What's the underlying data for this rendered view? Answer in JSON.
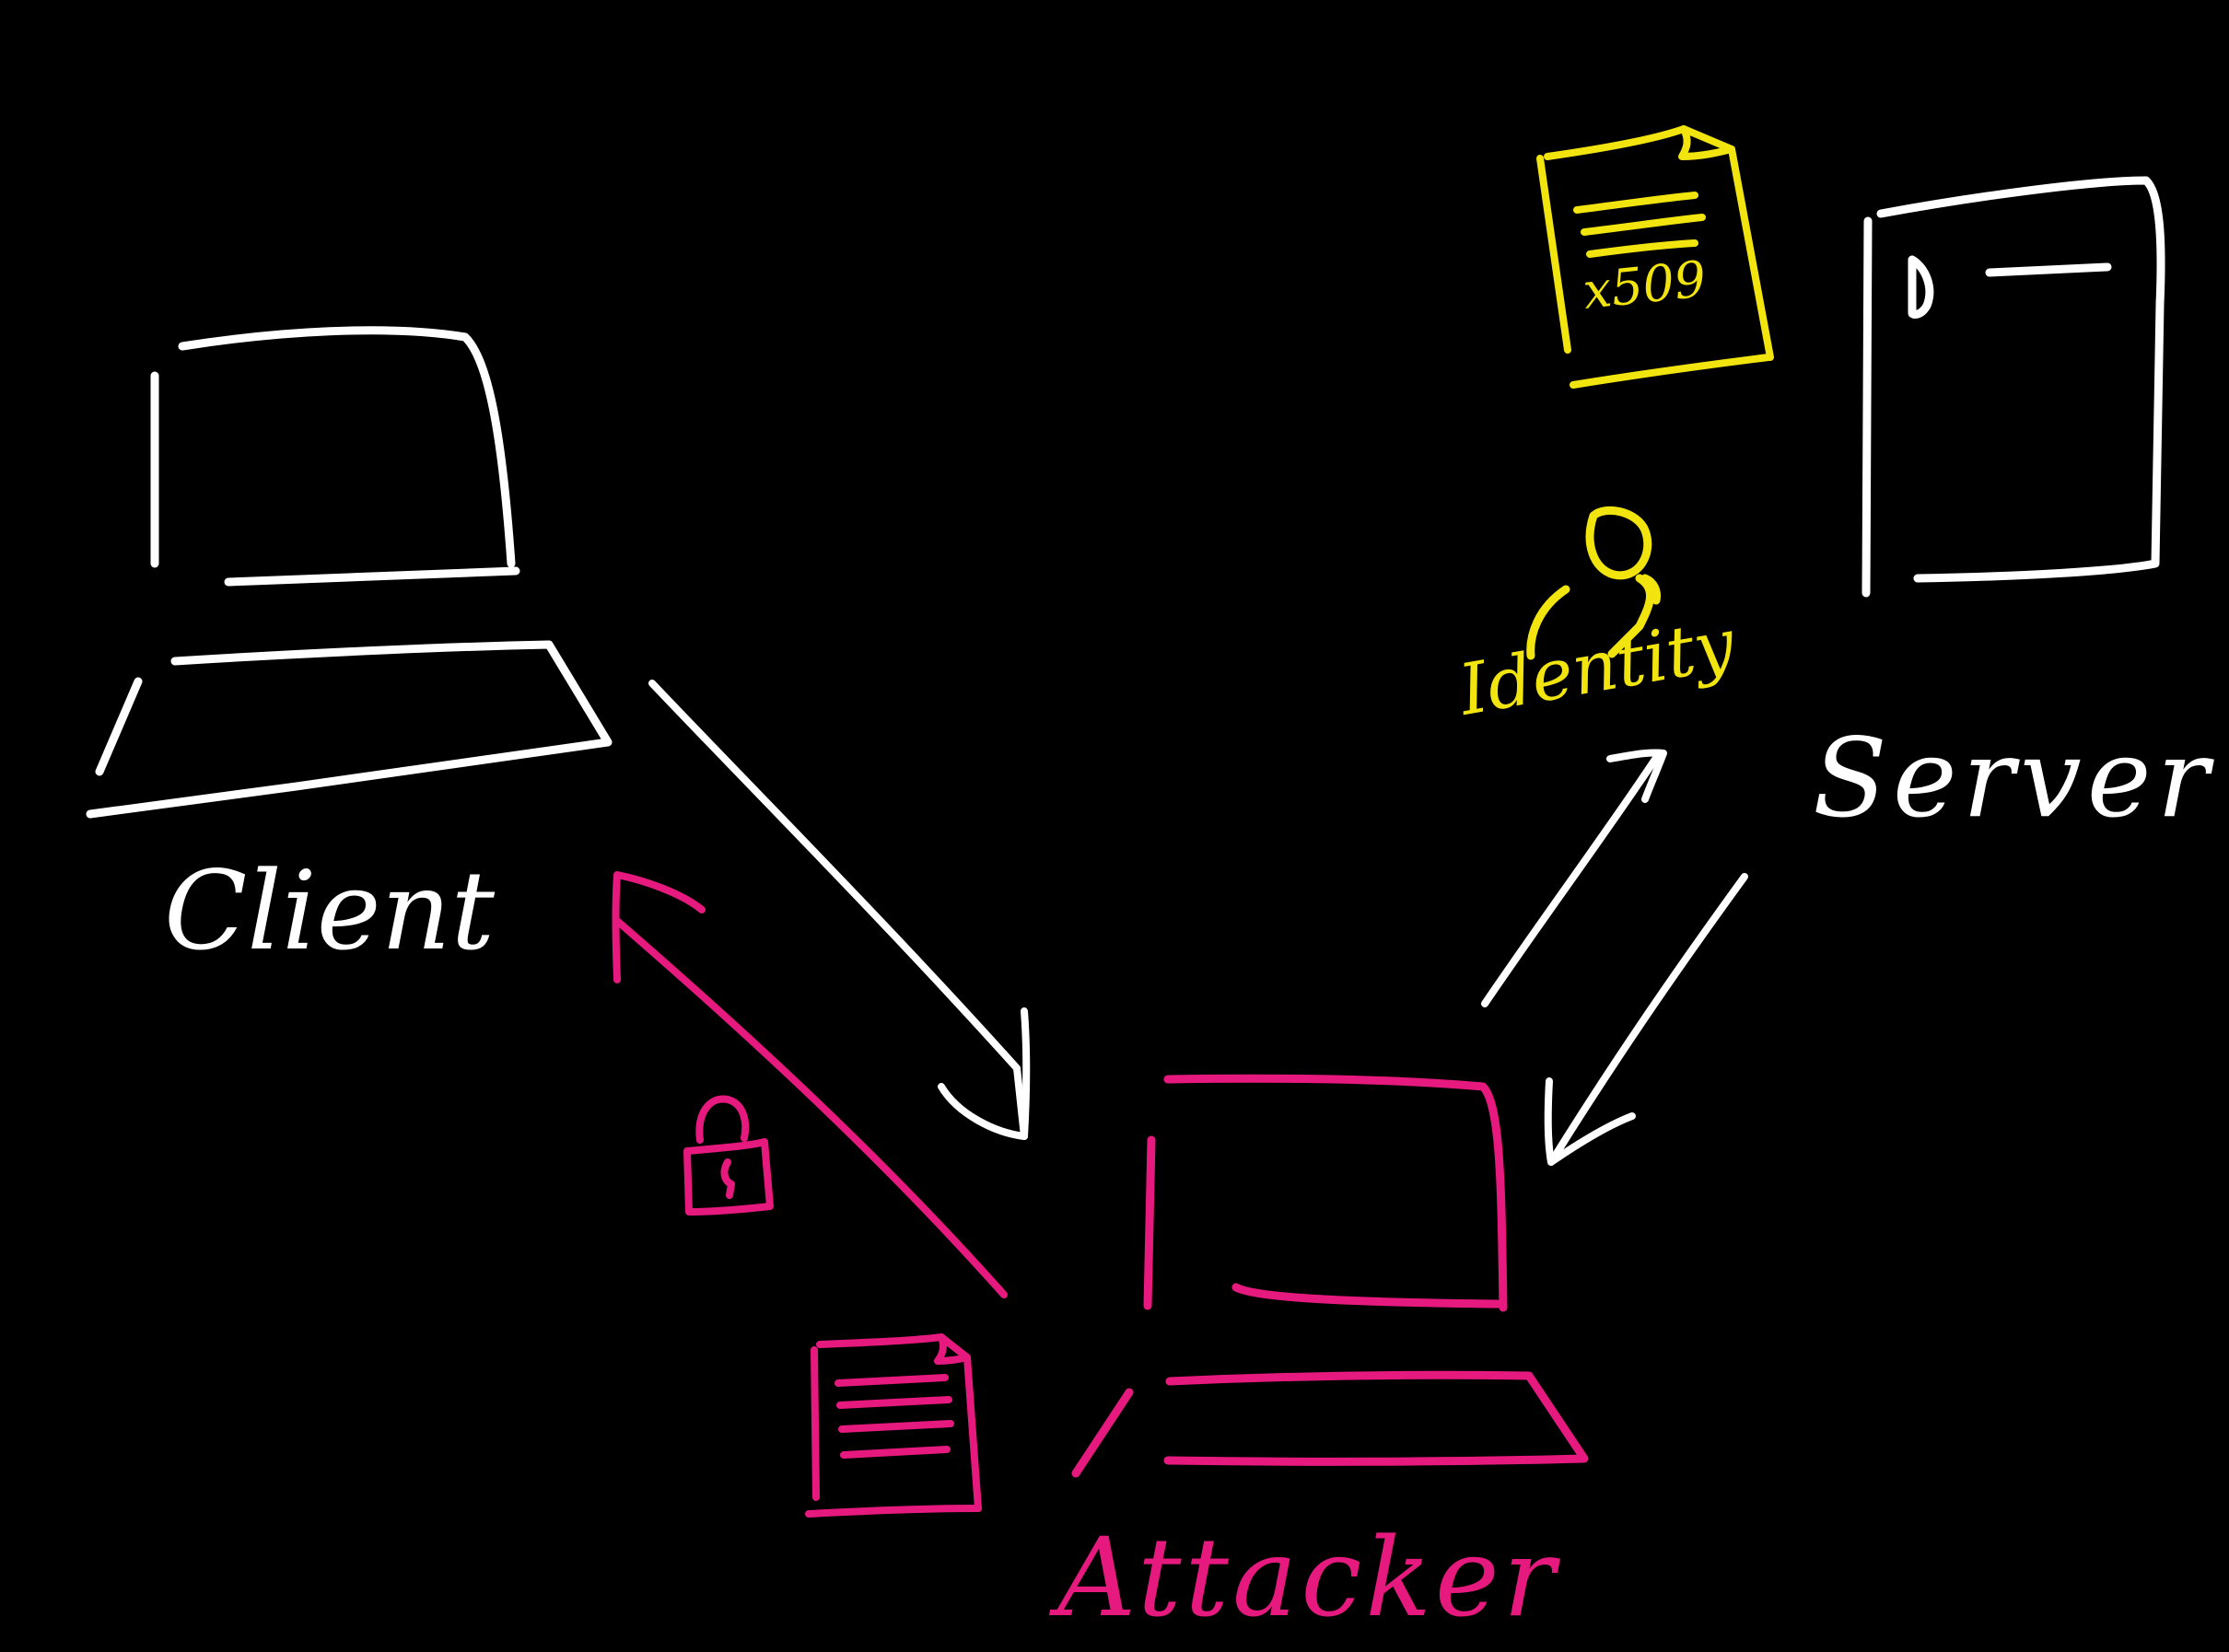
{
  "diagram": {
    "nodes": {
      "client": {
        "label": "Client"
      },
      "server": {
        "label": "Server"
      },
      "attacker": {
        "label": "Attacker"
      }
    },
    "annotations": {
      "identity": {
        "label": "Identity"
      },
      "certificate": {
        "label": "x509"
      }
    },
    "colors": {
      "background": "#000000",
      "white_ink": "#ffffff",
      "attacker_ink": "#e6197f",
      "identity_ink": "#f2e40f"
    },
    "edges": [
      {
        "from": "client",
        "to": "attacker",
        "color": "white"
      },
      {
        "from": "attacker",
        "to": "client",
        "color": "pink"
      },
      {
        "from": "attacker",
        "to": "server",
        "color": "white"
      },
      {
        "from": "server",
        "to": "attacker",
        "color": "white"
      }
    ]
  }
}
